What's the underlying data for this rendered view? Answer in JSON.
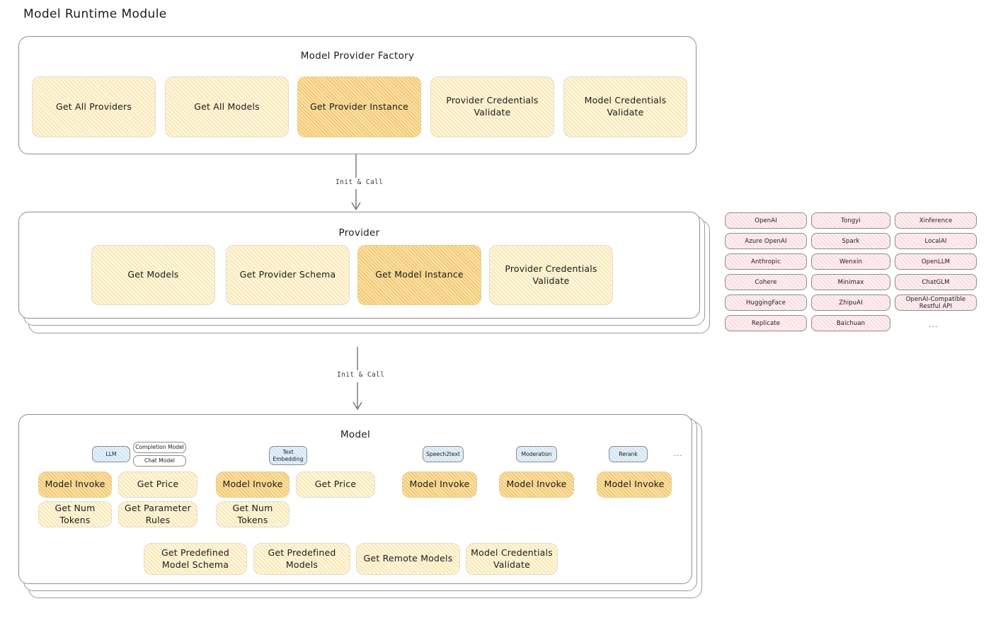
{
  "title": "Model Runtime Module",
  "sections": {
    "factory": {
      "title": "Model Provider Factory",
      "nodes": [
        {
          "label": "Get All Providers",
          "highlight": false
        },
        {
          "label": "Get All Models",
          "highlight": false
        },
        {
          "label": "Get Provider Instance",
          "highlight": true
        },
        {
          "label": "Provider Credentials Validate",
          "highlight": false
        },
        {
          "label": "Model Credentials Validate",
          "highlight": false
        }
      ]
    },
    "provider": {
      "title": "Provider",
      "nodes": [
        {
          "label": "Get Models",
          "highlight": false
        },
        {
          "label": "Get Provider Schema",
          "highlight": false
        },
        {
          "label": "Get Model Instance",
          "highlight": true
        },
        {
          "label": "Provider Credentials Validate",
          "highlight": false
        }
      ]
    },
    "model": {
      "title": "Model",
      "type_groups": [
        {
          "badges": [
            "LLM"
          ],
          "sub_badges": [
            "Completion Model",
            "Chat Model"
          ],
          "nodes": [
            {
              "label": "Model Invoke",
              "highlight": true
            },
            {
              "label": "Get Price",
              "highlight": false
            },
            {
              "label": "Get Num Tokens",
              "highlight": false
            },
            {
              "label": "Get Parameter Rules",
              "highlight": false
            }
          ]
        },
        {
          "badges": [
            "Text Embedding"
          ],
          "sub_badges": [],
          "nodes": [
            {
              "label": "Model Invoke",
              "highlight": true
            },
            {
              "label": "Get Price",
              "highlight": false
            },
            {
              "label": "Get Num Tokens",
              "highlight": false
            }
          ]
        },
        {
          "badges": [
            "Speech2text"
          ],
          "sub_badges": [],
          "nodes": [
            {
              "label": "Model Invoke",
              "highlight": true
            }
          ]
        },
        {
          "badges": [
            "Moderation"
          ],
          "sub_badges": [],
          "nodes": [
            {
              "label": "Model Invoke",
              "highlight": true
            }
          ]
        },
        {
          "badges": [
            "Rerank"
          ],
          "sub_badges": [],
          "nodes": [
            {
              "label": "Model Invoke",
              "highlight": true
            }
          ]
        }
      ],
      "badge_ellipsis": "...",
      "common_nodes": [
        {
          "label": "Get Predefined Model Schema",
          "highlight": false
        },
        {
          "label": "Get Predefined Models",
          "highlight": false
        },
        {
          "label": "Get Remote Models",
          "highlight": false
        },
        {
          "label": "Model Credentials Validate",
          "highlight": false
        }
      ]
    }
  },
  "connectors": [
    {
      "label": "Init & Call"
    },
    {
      "label": "Init & Call"
    }
  ],
  "provider_list": {
    "column1": [
      "OpenAI",
      "Azure OpenAI",
      "Anthropic",
      "Cohere",
      "HuggingFace",
      "Replicate"
    ],
    "column2": [
      "Tongyi",
      "Spark",
      "Wenxin",
      "Minimax",
      "ZhipuAI",
      "Baichuan"
    ],
    "column3": [
      "Xinference",
      "LocalAI",
      "OpenLLM",
      "ChatGLM",
      "OpenAI-Compatible Restful API"
    ],
    "ellipsis": "..."
  },
  "colors": {
    "node_fill": "#fdf6dd",
    "node_highlight_fill": "#fbe2a8",
    "provider_pill_fill": "#fdeef0",
    "type_badge_fill": "#e3f0f9",
    "card_border": "#8f8f8f",
    "text": "#1b1b1b"
  }
}
